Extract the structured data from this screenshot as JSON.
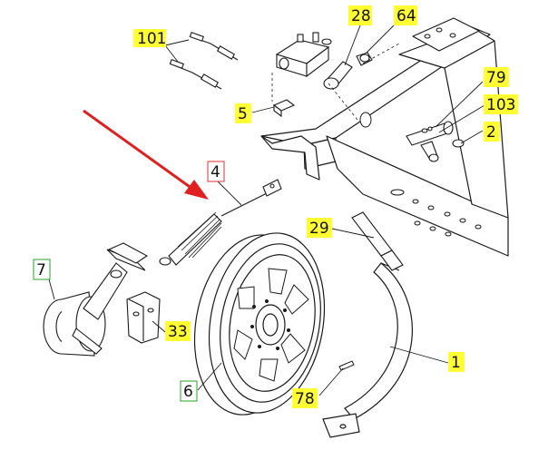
{
  "callouts": {
    "c101": "101",
    "c28": "28",
    "c64": "64",
    "c5": "5",
    "c79": "79",
    "c103": "103",
    "c2": "2",
    "c4": "4",
    "c29": "29",
    "c7": "7",
    "c33": "33",
    "c1": "1",
    "c78": "78",
    "c6": "6"
  },
  "colors": {
    "yellow_tag": "#ffff33",
    "red_tag_border": "#e03030",
    "green_tag_border": "#2aa02a",
    "arrow": "#e02020",
    "line": "#1a1a1a"
  }
}
